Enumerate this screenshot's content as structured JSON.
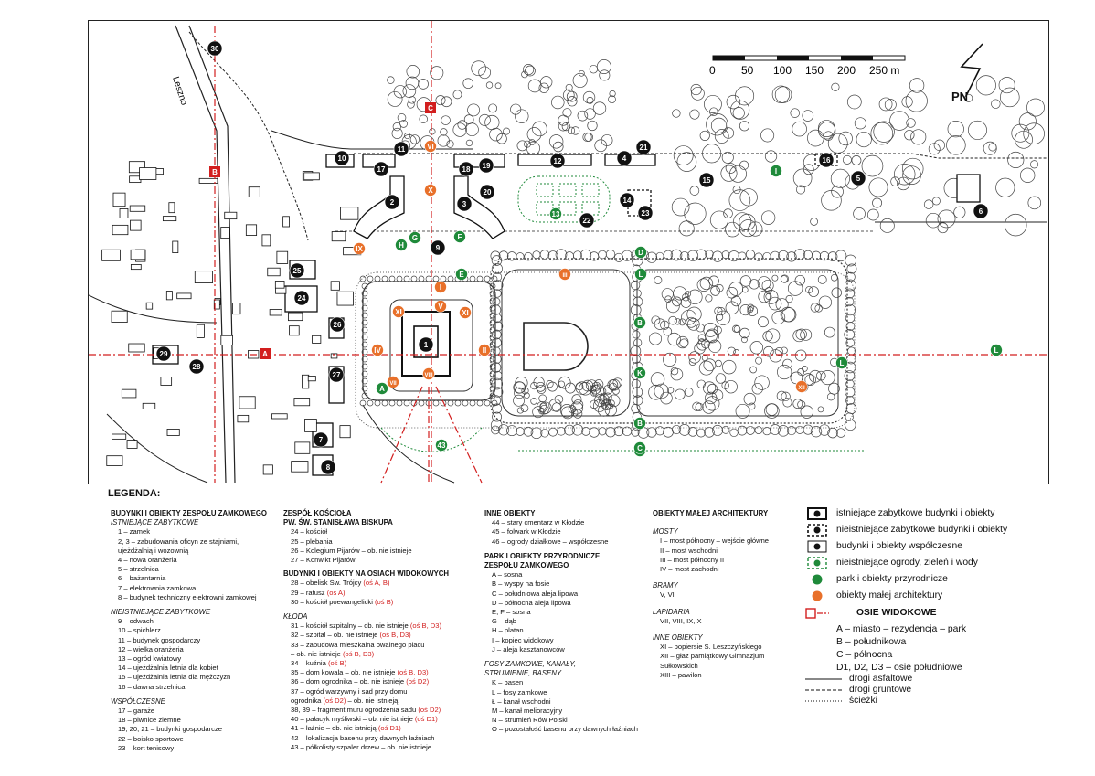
{
  "map": {
    "scale_labels": [
      "0",
      "50",
      "100",
      "150",
      "200",
      "250 m"
    ],
    "north_label": "PN",
    "road_label": "Leszno",
    "objects": [
      {
        "id": "30",
        "type": "building"
      },
      {
        "id": "10",
        "type": "lost"
      },
      {
        "id": "11",
        "type": "building"
      },
      {
        "id": "17",
        "type": "building"
      },
      {
        "id": "18",
        "type": "building"
      },
      {
        "id": "19",
        "type": "building"
      },
      {
        "id": "12",
        "type": "building"
      },
      {
        "id": "4",
        "type": "building"
      },
      {
        "id": "21",
        "type": "building"
      },
      {
        "id": "16",
        "type": "lost"
      },
      {
        "id": "15",
        "type": "lost"
      },
      {
        "id": "5",
        "type": "building"
      },
      {
        "id": "6",
        "type": "building"
      },
      {
        "id": "2",
        "type": "building"
      },
      {
        "id": "3",
        "type": "building"
      },
      {
        "id": "20",
        "type": "building"
      },
      {
        "id": "14",
        "type": "lost"
      },
      {
        "id": "23",
        "type": "building"
      },
      {
        "id": "13",
        "type": "garden"
      },
      {
        "id": "22",
        "type": "building"
      },
      {
        "id": "9",
        "type": "lost"
      },
      {
        "id": "25",
        "type": "building"
      },
      {
        "id": "24",
        "type": "building"
      },
      {
        "id": "26",
        "type": "building"
      },
      {
        "id": "29",
        "type": "building"
      },
      {
        "id": "28",
        "type": "building"
      },
      {
        "id": "27",
        "type": "building"
      },
      {
        "id": "7",
        "type": "building"
      },
      {
        "id": "8",
        "type": "building"
      },
      {
        "id": "1",
        "type": "building"
      },
      {
        "id": "43",
        "type": "garden"
      }
    ],
    "nature": [
      "I",
      "H",
      "G",
      "F",
      "E",
      "D",
      "L",
      "B",
      "K",
      "A",
      "L",
      "L",
      "B",
      "L",
      "C"
    ],
    "small_arch": [
      "IX",
      "I",
      "III",
      "XI",
      "V",
      "XI",
      "IV",
      "II",
      "VII",
      "VIII",
      "XII",
      "VI",
      "X"
    ],
    "axes": [
      "C",
      "B",
      "A"
    ]
  },
  "legend": {
    "title": "LEGENDA:",
    "col1": {
      "heading": "BUDYNKI I OBIEKTY ZESPOŁU ZAMKOWEGO",
      "s1": "ISTNIEJĄCE ZABYTKOWE",
      "s1_items": [
        "1 – zamek",
        "2, 3 – zabudowania oficyn ze stajniami,",
        "ujeżdżalnią i wozownią",
        "4 – nowa oranżeria",
        "5 – strzelnica",
        "6 – bażantarnia",
        "7 – elektrownia zamkowa",
        "8 – budynek techniczny elektrowni zamkowej"
      ],
      "s2": "NIEISTNIEJĄCE ZABYTKOWE",
      "s2_items": [
        "9 – odwach",
        "10 – spichlerz",
        "11 – budynek gospodarczy",
        "12 – wielka oranżeria",
        "13 – ogród kwiatowy",
        "14 – ujeżdżalnia letnia dla kobiet",
        "15 – ujeżdżalnia letnia dla mężczyzn",
        "16 – dawna strzelnica"
      ],
      "s3": "WSPÓŁCZESNE",
      "s3_items": [
        "17 – garaże",
        "18 – piwnice ziemne",
        "19, 20, 21 – budynki gospodarcze",
        "22 – boisko sportowe",
        "23 – kort tenisowy"
      ]
    },
    "col2": {
      "h1": "ZESPÓŁ KOŚCIOŁA",
      "h1b": "PW. ŚW. STANISŁAWA BISKUPA",
      "h1_items": [
        "24 – kościół",
        "25 – plebania",
        "26 – Kolegium Pijarów – ob. nie istnieje",
        "27 – Konwikt Pijarów"
      ],
      "h2": "BUDYNKI I OBIEKTY NA OSIACH WIDOKOWYCH",
      "h2_items": [
        {
          "t": "28 – obelisk Św. Trójcy ",
          "r": "(oś A, B)"
        },
        {
          "t": "29 – ratusz ",
          "r": "(oś A)"
        },
        {
          "t": "30 – kościół poewangelicki ",
          "r": "(oś B)"
        }
      ],
      "s_kloda": "KŁODA",
      "kloda_items": [
        {
          "t": "31 – kościół szpitalny – ob. nie istnieje ",
          "r": "(oś B, D3)"
        },
        {
          "t": "32 – szpital – ob. nie istnieje ",
          "r": "(oś B, D3)"
        },
        {
          "t": "33 – zabudowa mieszkalna owalnego placu",
          "r": ""
        },
        {
          "t": "     – ob. nie istnieje ",
          "r": "(oś B, D3)"
        },
        {
          "t": "34 – kuźnia ",
          "r": "(oś B)"
        },
        {
          "t": "35 – dom kowala – ob. nie istnieje ",
          "r": "(oś B, D3)"
        },
        {
          "t": "36 – dom ogrodnika – ob. nie istnieje ",
          "r": "(oś D2)"
        },
        {
          "t": "37 – ogród warzywny i sad przy domu",
          "r": ""
        },
        {
          "t": "     ogrodnika ",
          "r": "(oś D2)",
          "t2": " – ob. nie istnieją"
        },
        {
          "t": "38, 39 – fragment muru ogrodzenia sadu ",
          "r": "(oś D2)"
        },
        {
          "t": "40 – pałacyk myśliwski – ob. nie istnieje ",
          "r": "(oś D1)"
        },
        {
          "t": "41 – łaźnie – ob. nie istnieją ",
          "r": "(oś D1)"
        },
        {
          "t": "42 – lokalizacja basenu przy dawnych łaźniach",
          "r": ""
        },
        {
          "t": " ",
          "r": ""
        },
        {
          "t": "43 – półkolisty szpaler drzew – ob. nie istnieje",
          "r": ""
        }
      ]
    },
    "col3": {
      "h1": "INNE OBIEKTY",
      "h1_items": [
        "44 – stary cmentarz w Kłodzie",
        "45 – folwark w Kłodzie",
        "46 – ogrody działkowe – współczesne"
      ],
      "h2": "PARK I OBIEKTY PRZYRODNICZE",
      "h2b": "ZESPOŁU ZAMKOWEGO",
      "h2_items": [
        "A – sosna",
        "B – wyspy na fosie",
        "C – południowa aleja lipowa",
        "D – północna aleja lipowa",
        "E, F – sosna",
        "G – dąb",
        "H – platan",
        "I – kopiec widokowy",
        "J – aleja kasztanowców"
      ],
      "s1": "FOSY ZAMKOWE, KANAŁY,",
      "s1b": "STRUMIENIE, BASENY",
      "s1_items": [
        "K – basen",
        "L – fosy zamkowe",
        "Ł – kanał wschodni",
        "M – kanał melioracyjny",
        "N – strumień Rów Polski",
        "O – pozostałość basenu przy dawnych łaźniach"
      ]
    },
    "col4": {
      "h1": "OBIEKTY MAŁEJ ARCHITEKTURY",
      "s1": "MOSTY",
      "s1_items": [
        "I – most północny – wejście główne",
        "II – most wschodni",
        "III – most północny II",
        "IV – most zachodni"
      ],
      "s2": "BRAMY",
      "s2_items": [
        "V, VI"
      ],
      "s3": "LAPIDARIA",
      "s3_items": [
        "VII, VIII, IX, X"
      ],
      "s4": "INNE OBIEKTY",
      "s4_items": [
        "XI – popiersie S. Leszczyńskiego",
        "XII – głaz pamiątkowy Gimnazjum",
        "Sułkowskich",
        "XIII – pawilon"
      ]
    },
    "key": {
      "k1": "istniejące zabytkowe budynki i obiekty",
      "k2": "nieistniejące zabytkowe budynki i obiekty",
      "k3": "budynki i obiekty współczesne",
      "k4": "nieistniejące ogrody, zieleń i wody",
      "k5": "park i obiekty przyrodnicze",
      "k6": "obiekty małej architektury",
      "k7": "OSIE WIDOKOWE",
      "axes": [
        "A – miasto – rezydencja – park",
        "B – południkowa",
        "C – północna",
        "D1, D2, D3 – osie południowe"
      ],
      "k8": "drogi asfaltowe",
      "k9": "drogi gruntowe",
      "k10": "ścieżki"
    },
    "colors": {
      "red": "#d21e1e",
      "orange": "#e8702a",
      "green": "#1f8a3a",
      "black": "#111111"
    }
  }
}
